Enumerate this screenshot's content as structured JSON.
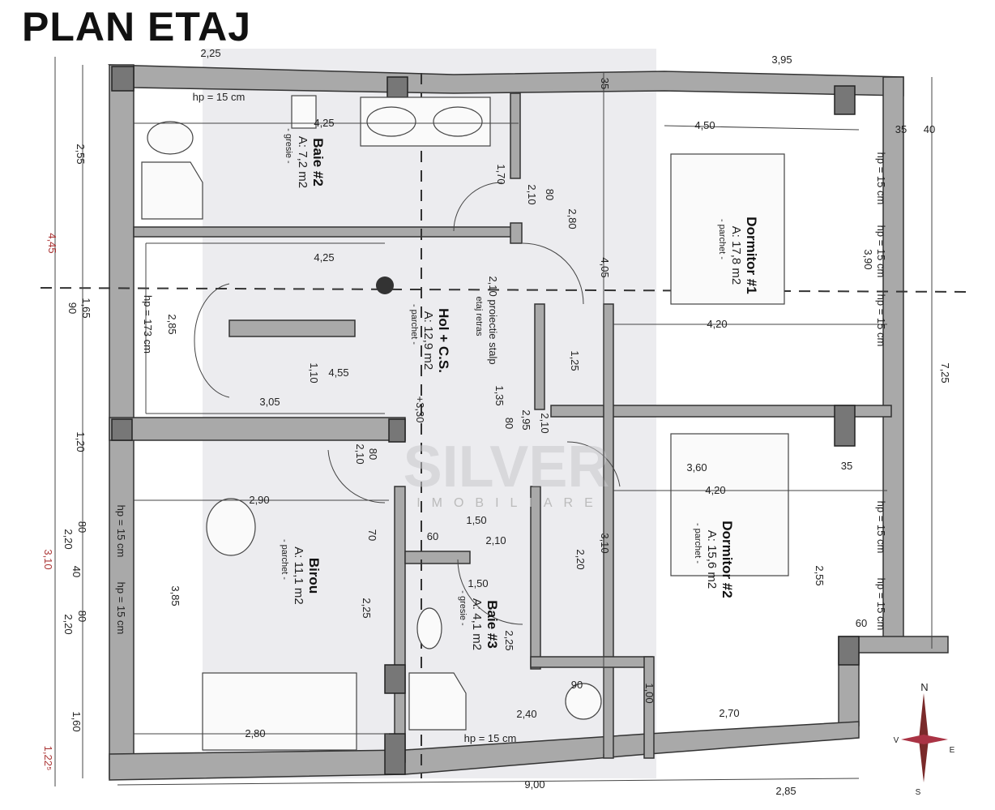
{
  "title": "PLAN ETAJ",
  "rooms": [
    {
      "name": "Baie #2",
      "area": "A: 7,2 m2",
      "floor": "- gresie -"
    },
    {
      "name": "Hol + C.S.",
      "area": "A: 12,9 m2",
      "floor": "- parchet -"
    },
    {
      "name": "Dormitor #1",
      "area": "A: 17,8 m2",
      "floor": "- parchet -"
    },
    {
      "name": "Birou",
      "area": "A: 11,1 m2",
      "floor": "- parchet -"
    },
    {
      "name": "Baie #3",
      "area": "A: 4,1 m2",
      "floor": "- gresie -"
    },
    {
      "name": "Dormitor #2",
      "area": "A: 15,6 m2",
      "floor": "- parchet -"
    }
  ],
  "dims": [
    "2,25",
    "3,95",
    "4,25",
    "4,25",
    "4,55",
    "3,05",
    "2,85",
    "2,55",
    "4,45",
    "1,65",
    "90",
    "1,20",
    "2,20",
    "80",
    "40",
    "2,20",
    "80",
    "1,60",
    "3,10",
    "1,22⁵",
    "9,00",
    "2,85",
    "2,90",
    "3,85",
    "2,80",
    "2,40",
    "hp = 15 cm",
    "hp = 15 cm",
    "1,50",
    "60",
    "2,10",
    "1,50",
    "2,25",
    "2,25",
    "2,20",
    "3,10",
    "2,80",
    "4,05",
    "1,70",
    "4,50",
    "4,20",
    "3,90",
    "7,25",
    "3,60",
    "4,20",
    "2,55",
    "2,70",
    "90",
    "1,00",
    "hp = 15 cm",
    "hp = 15 cm",
    "hp = 15 cm",
    "hp = 15 cm",
    "hp = 15 cm",
    "hp = 15 cm",
    "hp = 15 cm",
    "hp = 173 cm",
    "2,10 proiectie stalp",
    "2,95",
    "2,10",
    "80",
    "2,10",
    "80",
    "70",
    "+3,30",
    "1,10",
    "35",
    "60",
    "40",
    "35",
    "35",
    "1,25",
    "1,35",
    "2,10",
    "80",
    "etaj retras"
  ],
  "watermark": {
    "brand": "SILVER",
    "sub": "IMOBILIARE"
  },
  "compass": {
    "n": "N",
    "w": "V",
    "e": "E",
    "s": "S"
  },
  "colors": {
    "wall": "#a9a9a9",
    "column": "#777777",
    "dim_red": "#aa3333"
  }
}
